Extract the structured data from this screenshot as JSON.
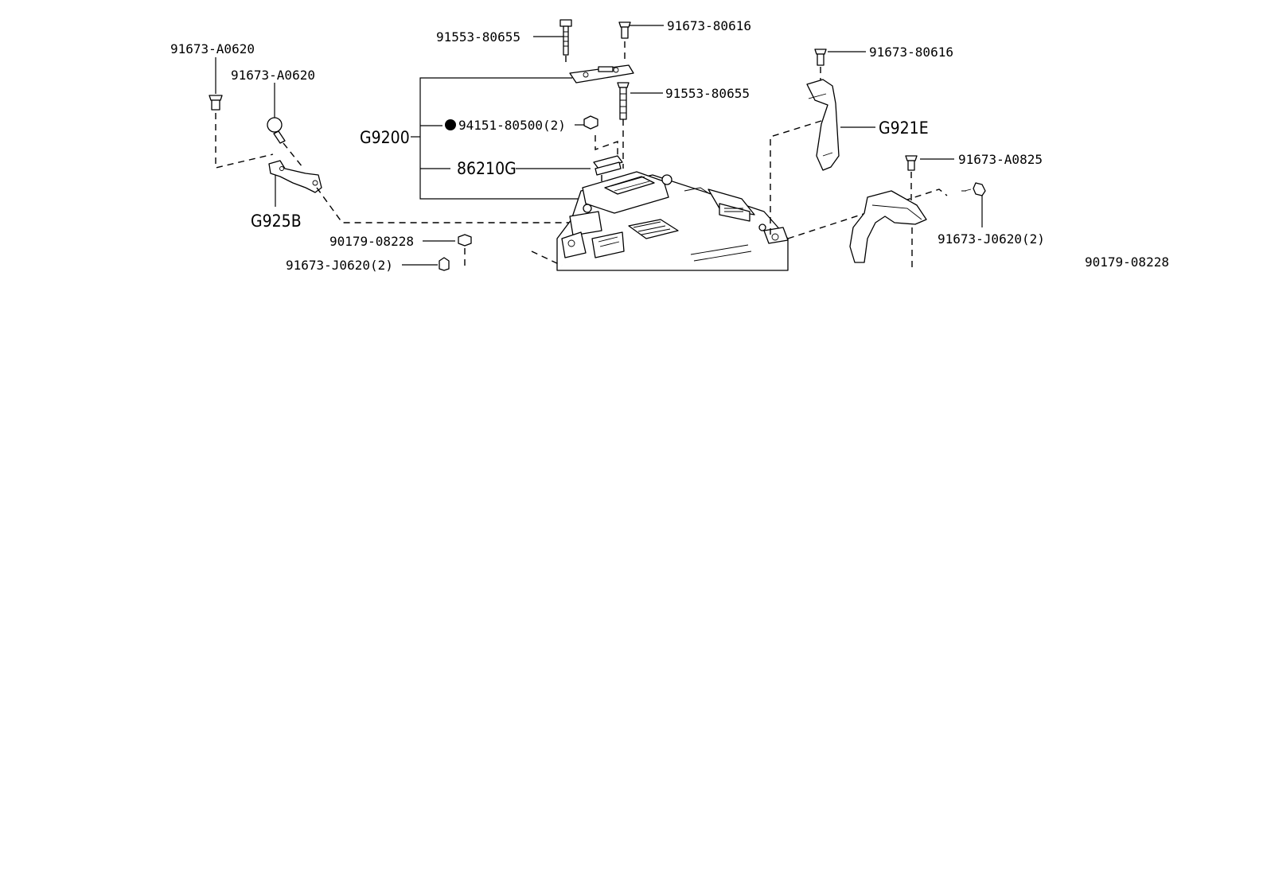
{
  "diagram": {
    "labels": {
      "l1": "91673-A0620",
      "l2": "91673-A0620",
      "l3": "91553-80655",
      "l4": "91673-80616",
      "l5": "91553-80655",
      "l6": "94151-80500(2)",
      "l7": "G9200",
      "l8": "86210G",
      "l9": "G925B",
      "l10": "90179-08228",
      "l11": "91673-J0620(2)",
      "l12": "91673-80616",
      "l13": "G921E",
      "l14": "91673-A0825",
      "l15": "91673-J0620(2)",
      "l16": "90179-08228"
    }
  }
}
